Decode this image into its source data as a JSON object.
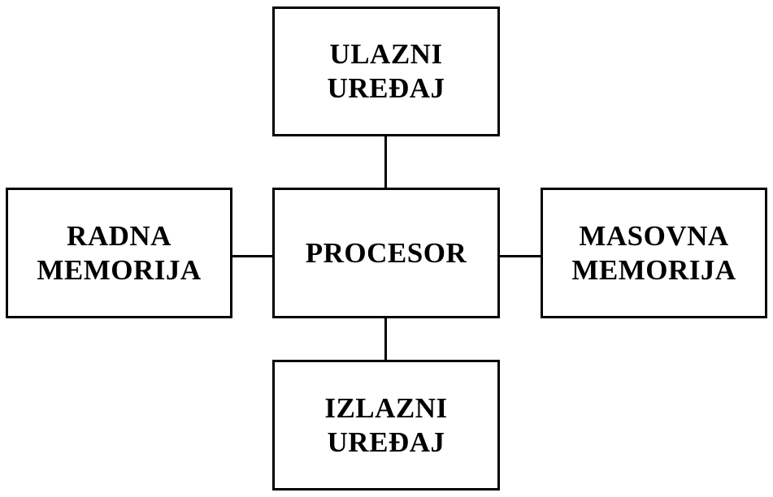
{
  "nodes": {
    "input_device": {
      "line1": "ULAZNI",
      "line2": "UREĐAJ"
    },
    "processor": {
      "label": "PROCESOR"
    },
    "main_memory": {
      "line1": "RADNA",
      "line2": "MEMORIJA"
    },
    "mass_storage": {
      "line1": "MASOVNA",
      "line2": "MEMORIJA"
    },
    "output_device": {
      "line1": "IZLAZNI",
      "line2": "UREĐAJ"
    }
  },
  "edges": [
    {
      "from": "input_device",
      "to": "processor"
    },
    {
      "from": "main_memory",
      "to": "processor"
    },
    {
      "from": "processor",
      "to": "mass_storage"
    },
    {
      "from": "processor",
      "to": "output_device"
    }
  ],
  "colors": {
    "stroke": "#000000",
    "fill": "#ffffff",
    "text": "#000000"
  }
}
